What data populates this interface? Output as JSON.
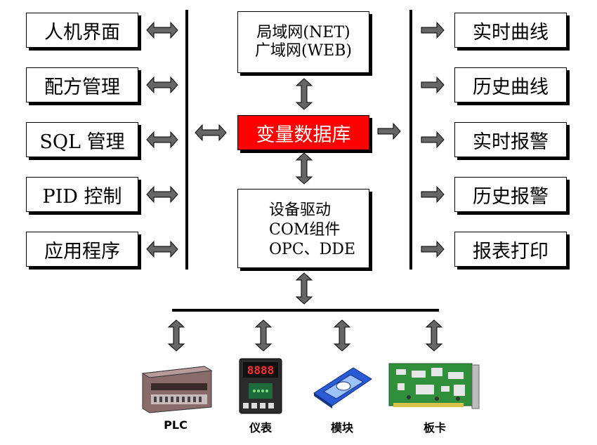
{
  "left_boxes": [
    "人机界面",
    "配方管理",
    "SQL 管理",
    "PID 控制",
    "应用程序"
  ],
  "right_boxes": [
    "实时曲线",
    "历史曲线",
    "实时报警",
    "历史报警",
    "报表打印"
  ],
  "center": {
    "network": [
      "局域网(NET)",
      "广域网(WEB)"
    ],
    "database": "变量数据库",
    "driver": [
      "设备驱动",
      "COM组件",
      "OPC、DDE"
    ]
  },
  "devices": [
    "PLC",
    "仪表",
    "模块",
    "板卡"
  ],
  "meter_display": "8888",
  "colors": {
    "database_fill": "#ff0000",
    "arrow_fill": "#666666"
  }
}
